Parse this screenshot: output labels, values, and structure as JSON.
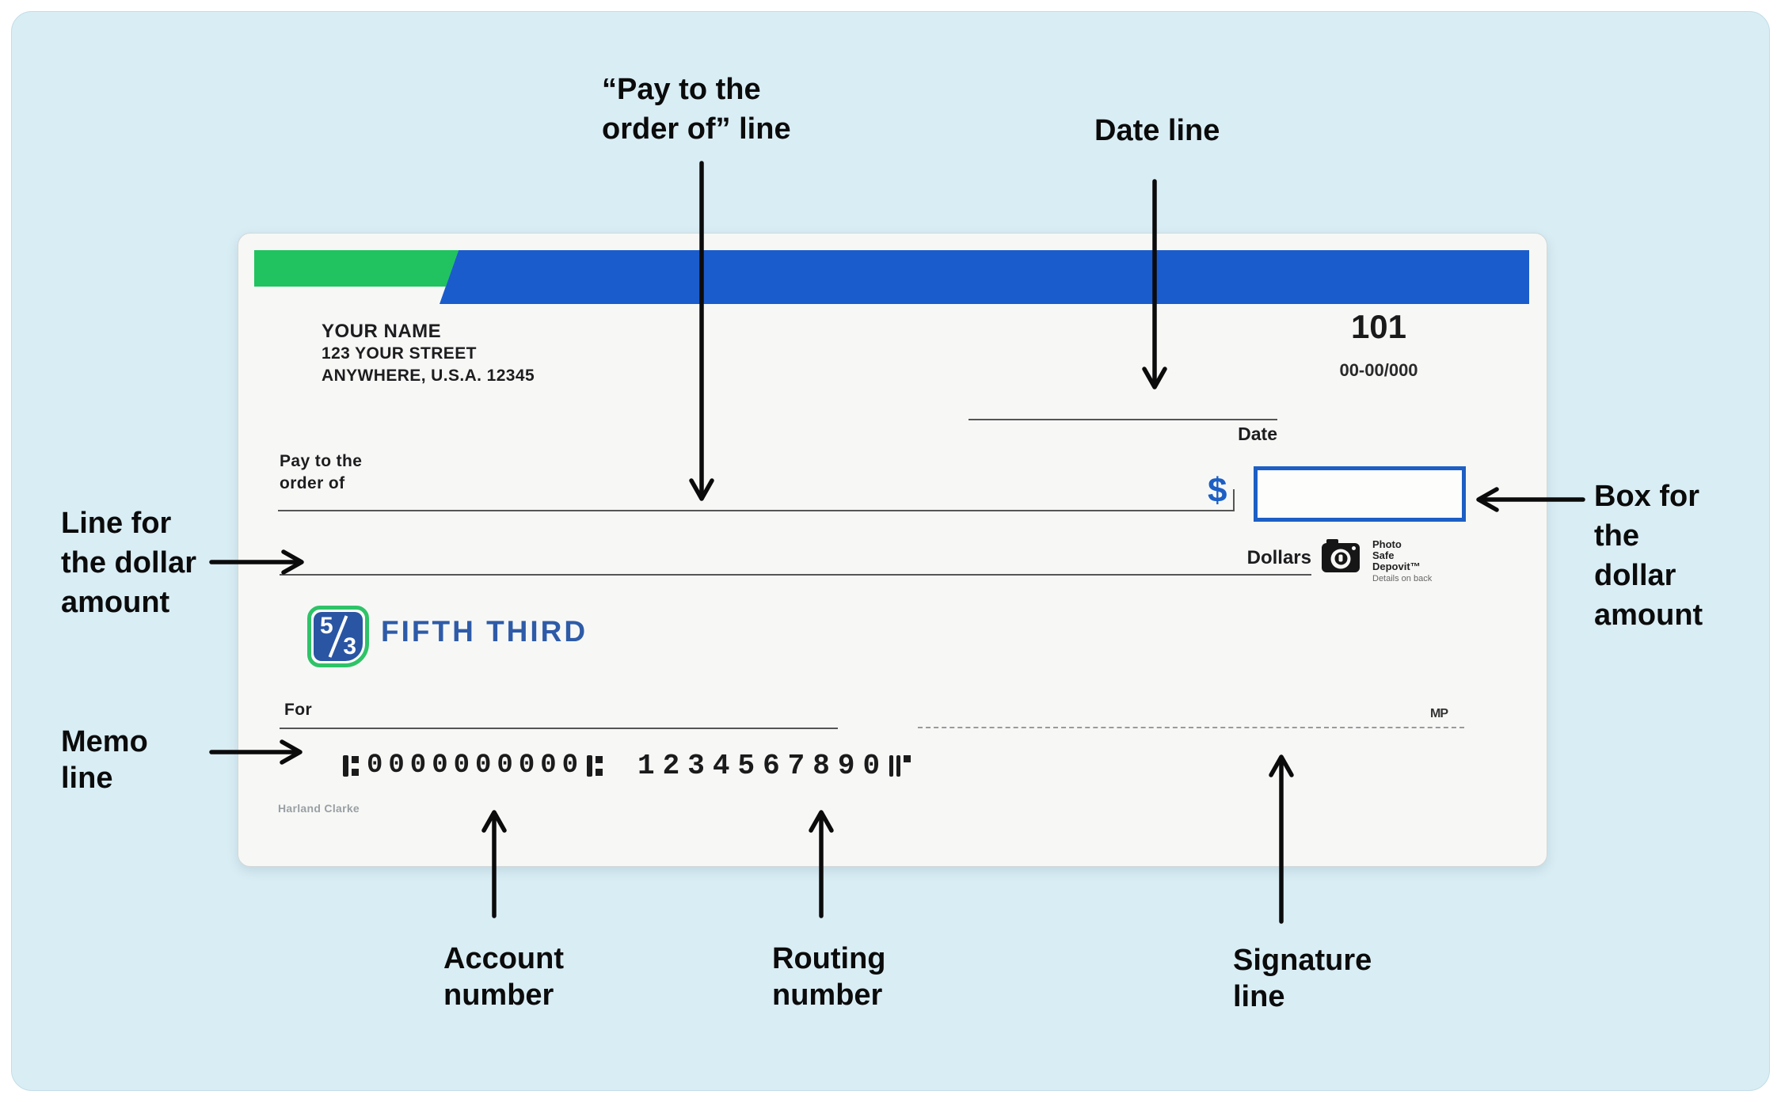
{
  "colors": {
    "panel_bg": "#d9edf4",
    "bar_green": "#20c35f",
    "bar_blue": "#1b5ccc",
    "amount_box_blue": "#1d5fc4",
    "logo_blue": "#2a55a3",
    "logo_green": "#2fc368",
    "bank_text_blue": "#2e5ba8"
  },
  "annotations": {
    "pay_order": [
      "“Pay to the",
      "order of” line"
    ],
    "date": "Date line",
    "dollar_line": [
      "Line for",
      "the dollar",
      "amount"
    ],
    "memo": [
      "Memo",
      "line"
    ],
    "box": [
      "Box for",
      "the",
      "dollar",
      "amount"
    ],
    "account": [
      "Account",
      "number"
    ],
    "routing": [
      "Routing",
      "number"
    ],
    "signature": [
      "Signature",
      "line"
    ]
  },
  "check": {
    "payor_name": "YOUR NAME",
    "payor_street": "123 YOUR STREET",
    "payor_city": "ANYWHERE, U.S.A. 12345",
    "check_number": "101",
    "fractional_number": "00-00/000",
    "date_label": "Date",
    "pay_to_line1": "Pay to the",
    "pay_to_line2": "order of",
    "dollar_sign": "$",
    "dollars_label": "Dollars",
    "photo_safe": [
      "Photo",
      "Safe",
      "Depovit™"
    ],
    "photo_safe_note": "Details on back",
    "logo_five": "5",
    "logo_three": "3",
    "bank_name": "FIFTH THIRD",
    "for_label": "For",
    "mp_label": "MP",
    "micr_account": "0000000000",
    "micr_routing": "1234567890",
    "printer_credit": "Harland Clarke"
  }
}
